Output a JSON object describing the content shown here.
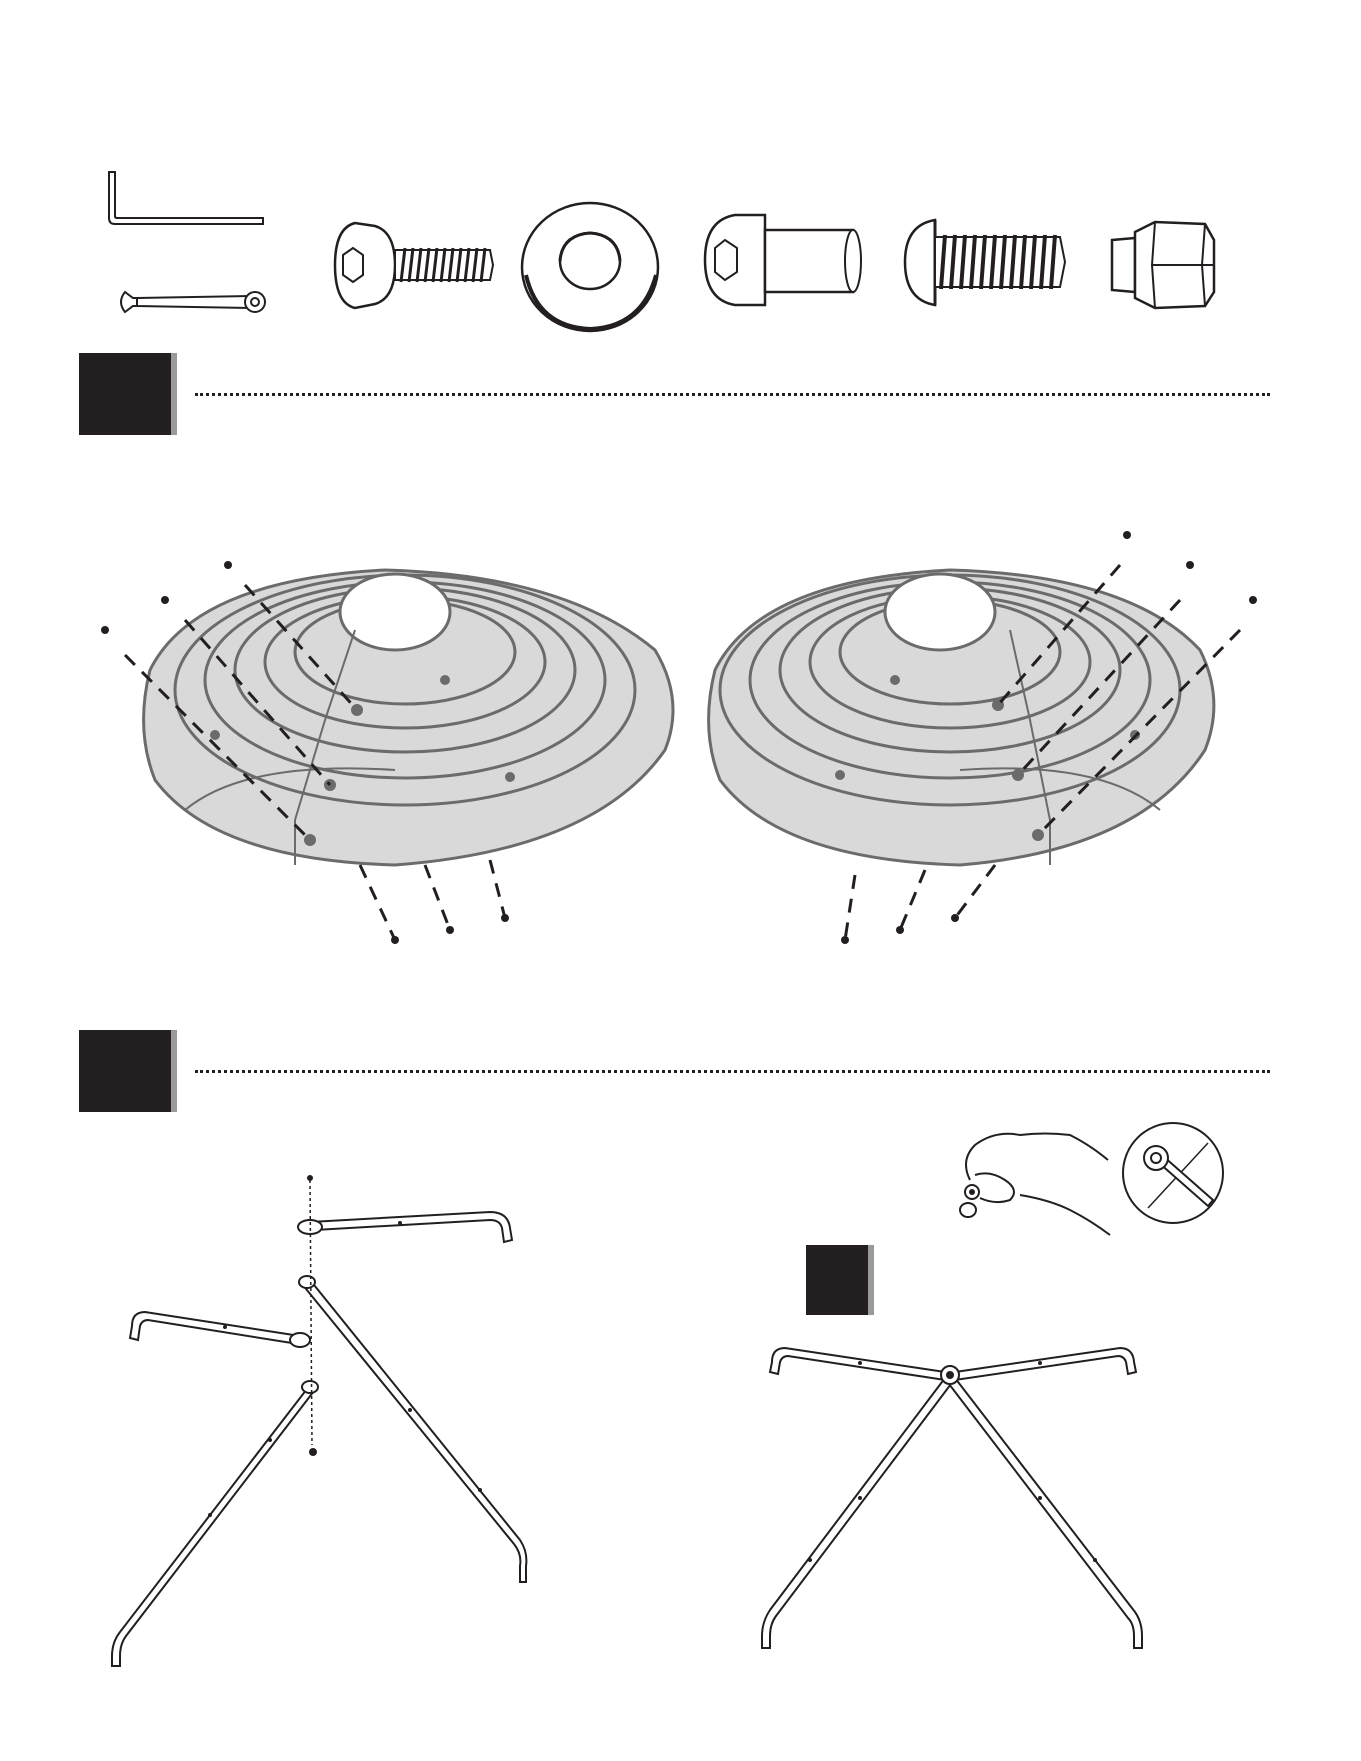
{
  "colors": {
    "ink": "#231f20",
    "part_fill": "#d9d9d9",
    "part_stroke": "#6b6b6b",
    "badge_shadow": "#9a9a9a"
  },
  "tools": [
    "hex-key",
    "wrench"
  ],
  "hardware": [
    "button-head-bolt",
    "washer",
    "barrel-nut",
    "button-head-bolt-short",
    "lock-nut"
  ],
  "steps": [
    {
      "number": "",
      "content": "base-shell-halves-assembly"
    },
    {
      "number": "",
      "content": "tube-frame-assembly"
    },
    {
      "number": "",
      "content": "tube-frame-result"
    }
  ],
  "hint_icons": [
    "hand-holding-nut",
    "wrench-detail"
  ]
}
